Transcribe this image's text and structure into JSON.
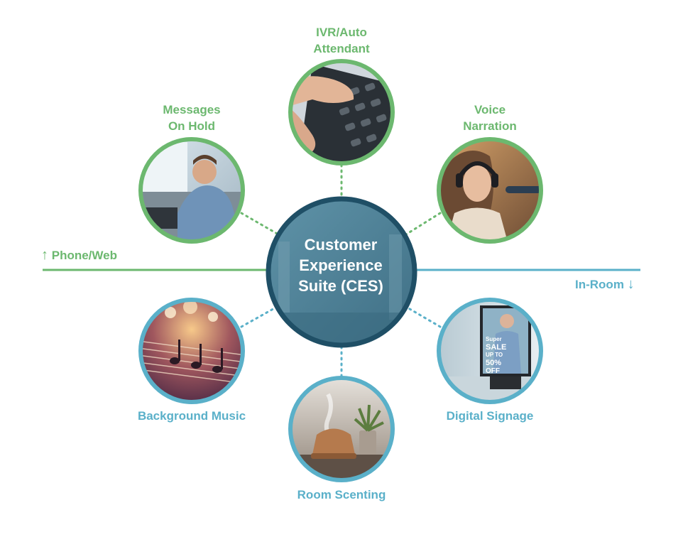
{
  "hub": {
    "line1": "Customer",
    "line2": "Experience",
    "line3": "Suite (CES)"
  },
  "axis": {
    "left_label": "Phone/Web",
    "right_label": "In-Room",
    "left_arrow": "↑",
    "right_arrow": "↓"
  },
  "nodes": {
    "ivr": {
      "line1": "IVR/Auto",
      "line2": "Attendant"
    },
    "messages": {
      "line1": "Messages",
      "line2": "On Hold"
    },
    "voice": {
      "line1": "Voice",
      "line2": "Narration"
    },
    "music": {
      "label": "Background Music"
    },
    "scenting": {
      "label": "Room Scenting"
    },
    "signage": {
      "label": "Digital Signage"
    }
  },
  "signage_screen": {
    "line1": "Super",
    "line2": "SALE",
    "line3": "UP TO",
    "line4": "50%",
    "line5": "OFF"
  },
  "colors": {
    "green": "#6cb86f",
    "blue": "#5ab0c9",
    "hub_fill": "#4c7e93",
    "hub_border": "#1f4f66"
  },
  "icons": {
    "ivr": "phone-keypad-icon",
    "messages": "office-call-icon",
    "voice": "headphones-microphone-icon",
    "music": "music-notes-icon",
    "scenting": "diffuser-icon",
    "signage": "display-stand-icon"
  }
}
